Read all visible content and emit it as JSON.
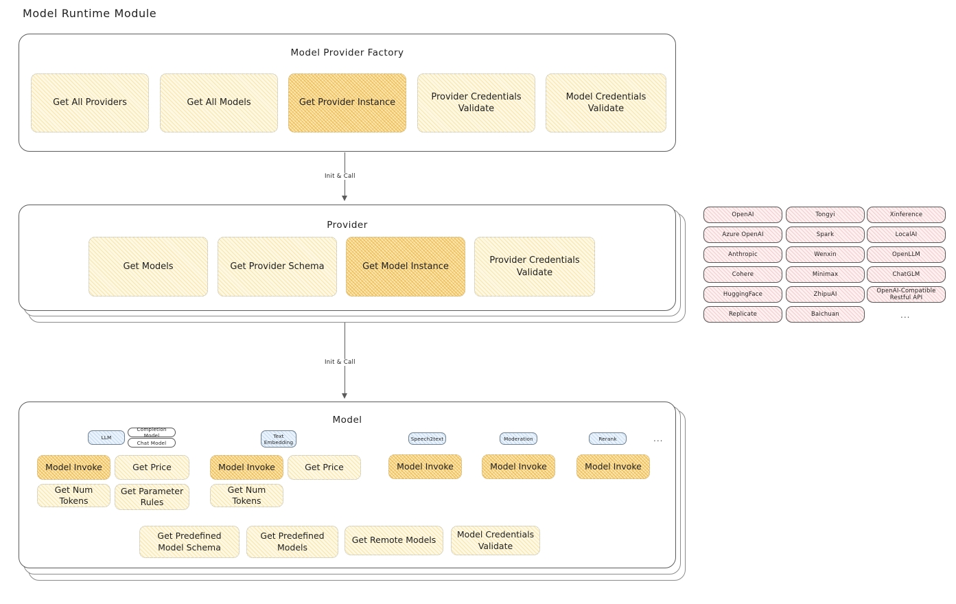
{
  "page": {
    "title": "Model Runtime Module"
  },
  "factory": {
    "title": "Model Provider Factory",
    "items": [
      {
        "label": "Get All Providers",
        "highlight": false
      },
      {
        "label": "Get All Models",
        "highlight": false
      },
      {
        "label": "Get Provider Instance",
        "highlight": true
      },
      {
        "label": "Provider Credentials Validate",
        "highlight": false
      },
      {
        "label": "Model Credentials Validate",
        "highlight": false
      }
    ]
  },
  "arrows": [
    {
      "label": "Init & Call"
    },
    {
      "label": "Init & Call"
    }
  ],
  "provider": {
    "title": "Provider",
    "items": [
      {
        "label": "Get Models",
        "highlight": false
      },
      {
        "label": "Get Provider Schema",
        "highlight": false
      },
      {
        "label": "Get Model Instance",
        "highlight": true
      },
      {
        "label": "Provider Credentials Validate",
        "highlight": false
      }
    ]
  },
  "provider_list": {
    "columns": [
      {
        "items": [
          "OpenAI",
          "Azure OpenAI",
          "Anthropic",
          "Cohere",
          "HuggingFace",
          "Replicate"
        ]
      },
      {
        "items": [
          "Tongyi",
          "Spark",
          "Wenxin",
          "Minimax",
          "ZhipuAI",
          "Baichuan"
        ]
      },
      {
        "items": [
          "Xinference",
          "LocalAI",
          "OpenLLM",
          "ChatGLM",
          "OpenAI-Compatible Restful API"
        ]
      }
    ],
    "more": "..."
  },
  "model": {
    "title": "Model",
    "more": "...",
    "types": [
      {
        "name": "LLM",
        "badges": [
          "Completion Model",
          "Chat Model"
        ],
        "methods": [
          {
            "label": "Model Invoke",
            "highlight": true
          },
          {
            "label": "Get Price",
            "highlight": false
          },
          {
            "label": "Get Num Tokens",
            "highlight": false
          },
          {
            "label": "Get Parameter Rules",
            "highlight": false
          }
        ]
      },
      {
        "name": "Text Embedding",
        "badges": [],
        "methods": [
          {
            "label": "Model Invoke",
            "highlight": true
          },
          {
            "label": "Get Price",
            "highlight": false
          },
          {
            "label": "Get Num Tokens",
            "highlight": false
          }
        ]
      },
      {
        "name": "Speech2text",
        "badges": [],
        "methods": [
          {
            "label": "Model Invoke",
            "highlight": true
          }
        ]
      },
      {
        "name": "Moderation",
        "badges": [],
        "methods": [
          {
            "label": "Model Invoke",
            "highlight": true
          }
        ]
      },
      {
        "name": "Rerank",
        "badges": [],
        "methods": [
          {
            "label": "Model Invoke",
            "highlight": true
          }
        ]
      }
    ],
    "common_methods": [
      "Get Predefined Model Schema",
      "Get Predefined Models",
      "Get Remote Models",
      "Model Credentials Validate"
    ]
  },
  "colors": {
    "box_fill": "#fdf8e3",
    "box_highlight_fill": "#fbe6b0",
    "pill_fill": "#fdf0f0",
    "chip_blue_fill": "#eaf3fb",
    "stroke": "#5b5b5b",
    "text": "#1e1e1e"
  }
}
